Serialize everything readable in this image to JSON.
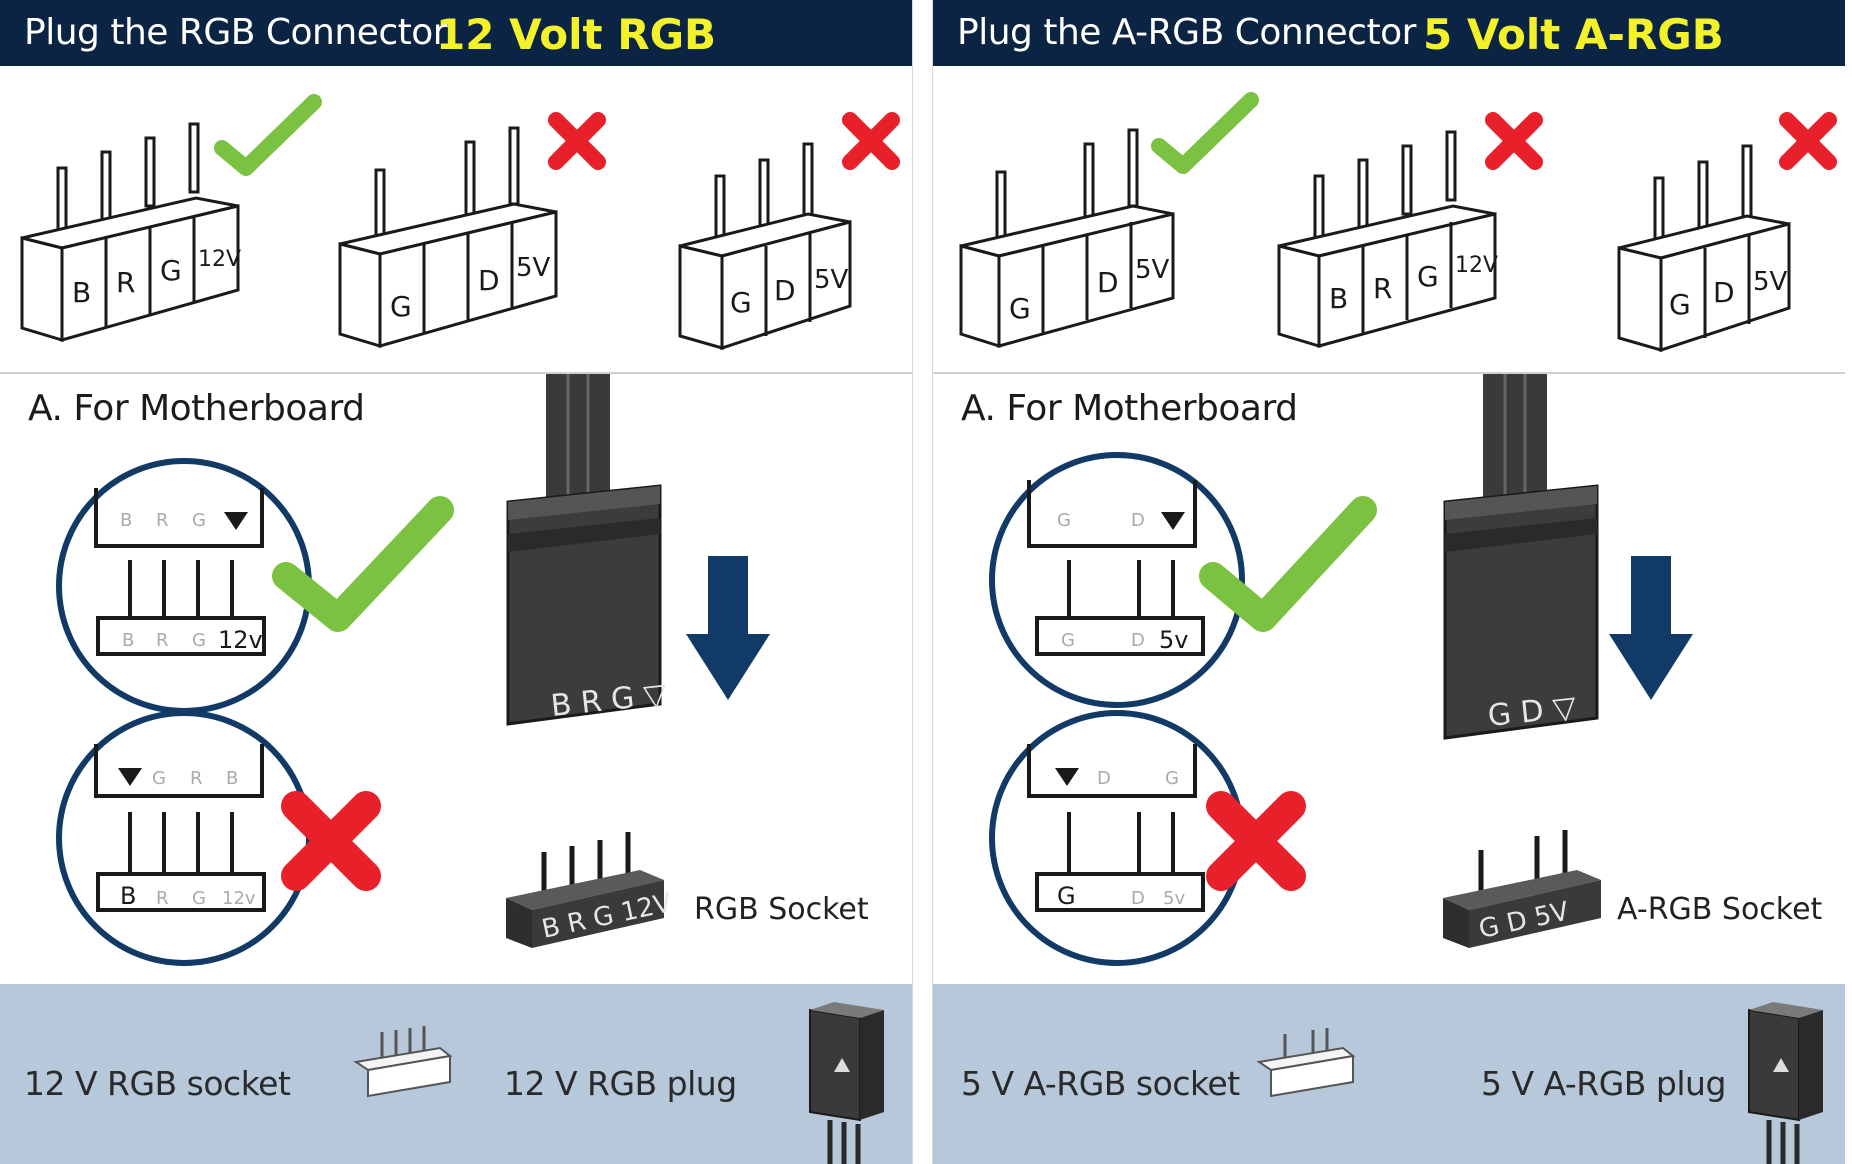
{
  "left": {
    "title": "Plug the RGB Connector",
    "volt_label": "12 Volt RGB",
    "section_heading": "A. For Motherboard",
    "socket_label": "RGB Socket",
    "bottom_socket_label": "12 V RGB socket",
    "bottom_plug_label": "12 V RGB plug",
    "pin_labels_1": [
      "B",
      "R",
      "G",
      "12V"
    ],
    "pin_labels_2": [
      "G",
      "",
      "D",
      "5V"
    ],
    "pin_labels_3": [
      "G",
      "D",
      "5V"
    ],
    "plug_label": "B R G ▽",
    "socket_pins": "B R G 12V"
  },
  "right": {
    "title": "Plug the A-RGB Connector",
    "volt_label": "5 Volt A-RGB",
    "section_heading": "A. For Motherboard",
    "socket_label": "A-RGB Socket",
    "bottom_socket_label": "5 V A-RGB socket",
    "bottom_plug_label": "5 V A-RGB plug",
    "pin_labels_1": [
      "G",
      "",
      "D",
      "5V"
    ],
    "pin_labels_2": [
      "B",
      "R",
      "G",
      "12V"
    ],
    "pin_labels_3": [
      "G",
      "D",
      "5V"
    ],
    "plug_label": "G D ▽",
    "socket_pins": "G D 5V"
  },
  "colors": {
    "header_bg": "#0c2444",
    "volt_yellow": "#f3f22a",
    "check_green": "#7cc242",
    "cross_red": "#e8202a",
    "ring_navy": "#123a66",
    "arrow_navy": "#123a66",
    "bottom_band": "#b7c8da"
  },
  "icons": [
    "check-icon",
    "cross-icon",
    "arrow-down-icon"
  ]
}
